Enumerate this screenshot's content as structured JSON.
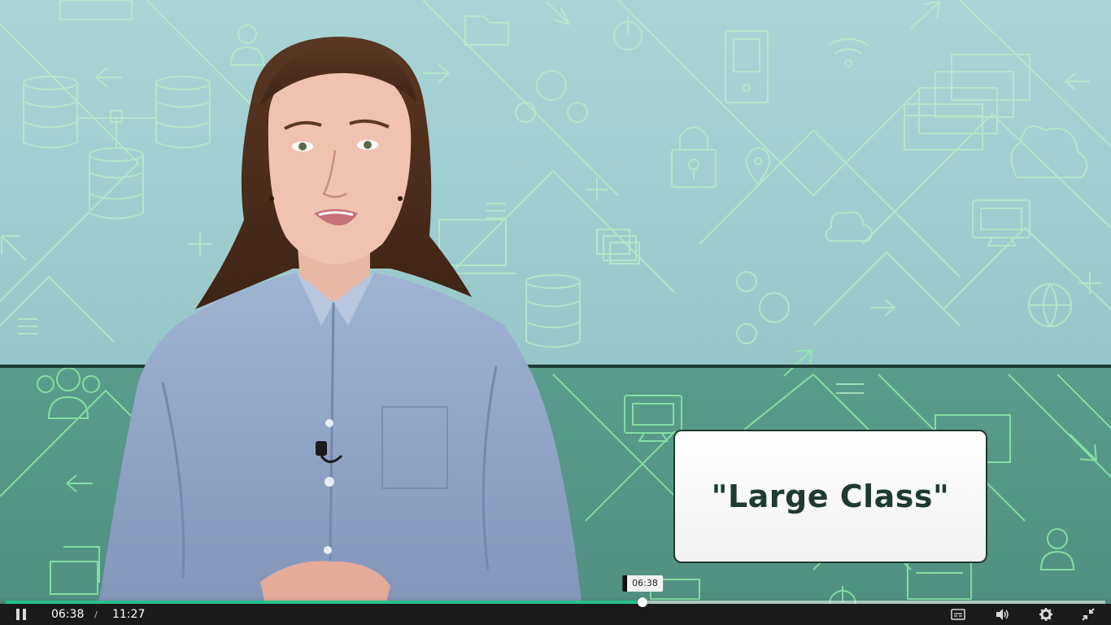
{
  "video": {
    "caption": "\"Large Class\""
  },
  "player": {
    "current_time": "06:38",
    "separator": "/",
    "duration": "11:27",
    "progress_fraction": 0.579,
    "hover_time": "06:38",
    "accent_color": "#27c08a"
  },
  "icons": {
    "play_pause": "pause-icon",
    "captions": "captions-icon",
    "volume": "volume-icon",
    "settings": "gear-icon",
    "fullscreen": "exit-fullscreen-icon"
  }
}
